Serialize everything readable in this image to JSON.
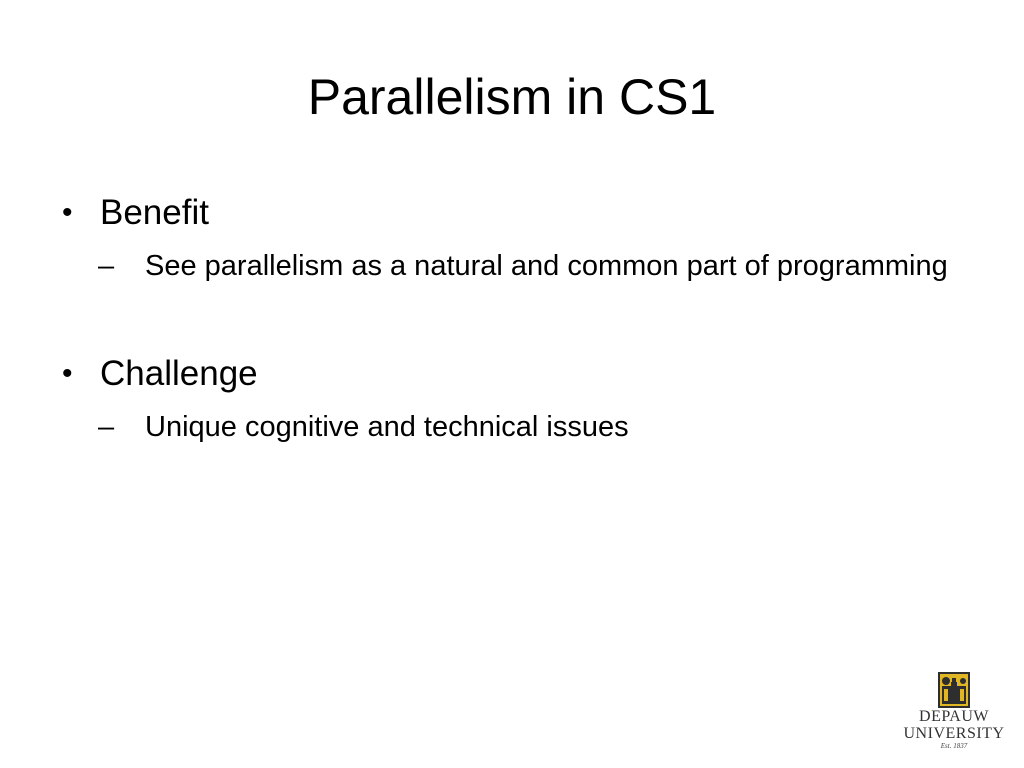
{
  "slide": {
    "title": "Parallelism in CS1",
    "bullet_glyph": "•",
    "dash_glyph": "–",
    "bullets": [
      {
        "label": "Benefit",
        "sub": [
          "See parallelism as a natural and common part of programming"
        ]
      },
      {
        "label": "Challenge",
        "sub": [
          "Unique cognitive and technical issues"
        ]
      }
    ]
  },
  "logo": {
    "line1": "DEPAUW",
    "line2": "UNIVERSITY",
    "line3": "Est. 1837",
    "colors": {
      "gold": "#E0B624",
      "dark": "#2E2E2E"
    }
  }
}
